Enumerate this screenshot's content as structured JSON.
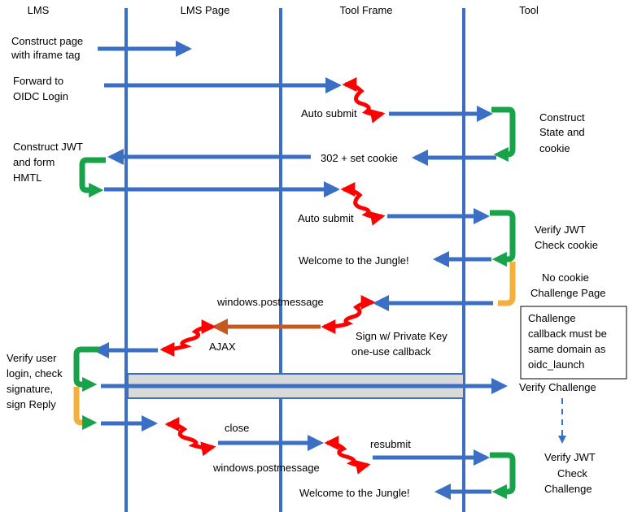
{
  "lanes": [
    "LMS",
    "LMS Page",
    "Tool Frame",
    "Tool"
  ],
  "labels": {
    "construct_page": [
      "Construct page",
      "with iframe tag"
    ],
    "forward_oidc": [
      "Forward to",
      "OIDC Login"
    ],
    "auto_submit_1": "Auto submit",
    "construct_state": [
      "Construct",
      "State and",
      "cookie"
    ],
    "construct_jwt": [
      "Construct JWT",
      "and form",
      "HMTL"
    ],
    "set_cookie": "302 + set cookie",
    "auto_submit_2": "Auto submit",
    "verify_jwt_cookie": [
      "Verify JWT",
      "Check cookie"
    ],
    "welcome_1": "Welcome to the Jungle!",
    "no_cookie": [
      "No cookie",
      "Challenge Page"
    ],
    "postmessage_1": "windows.postmessage",
    "challenge_note": [
      "Challenge",
      "callback must be",
      "same domain as",
      "oidc_launch"
    ],
    "sign_private_key": [
      "Sign w/ Private Key",
      "one-use callback"
    ],
    "ajax": "AJAX",
    "verify_user": [
      "Verify user",
      "login, check",
      "signature,",
      "sign Reply"
    ],
    "verify_challenge": "Verify Challenge",
    "close": "close",
    "resubmit": "resubmit",
    "postmessage_2": "windows.postmessage",
    "verify_jwt_challenge": [
      "Verify JWT",
      "Check",
      "Challenge"
    ],
    "welcome_2": "Welcome to the Jungle!"
  },
  "colors": {
    "message_arrow": "#3a6fc4",
    "browser_hop": "#ff0000",
    "process_loop": "#18a34a",
    "alt_branch": "#f4b03a",
    "ajax_arrow": "#c65a1e",
    "bar": "#d9d9d9"
  }
}
